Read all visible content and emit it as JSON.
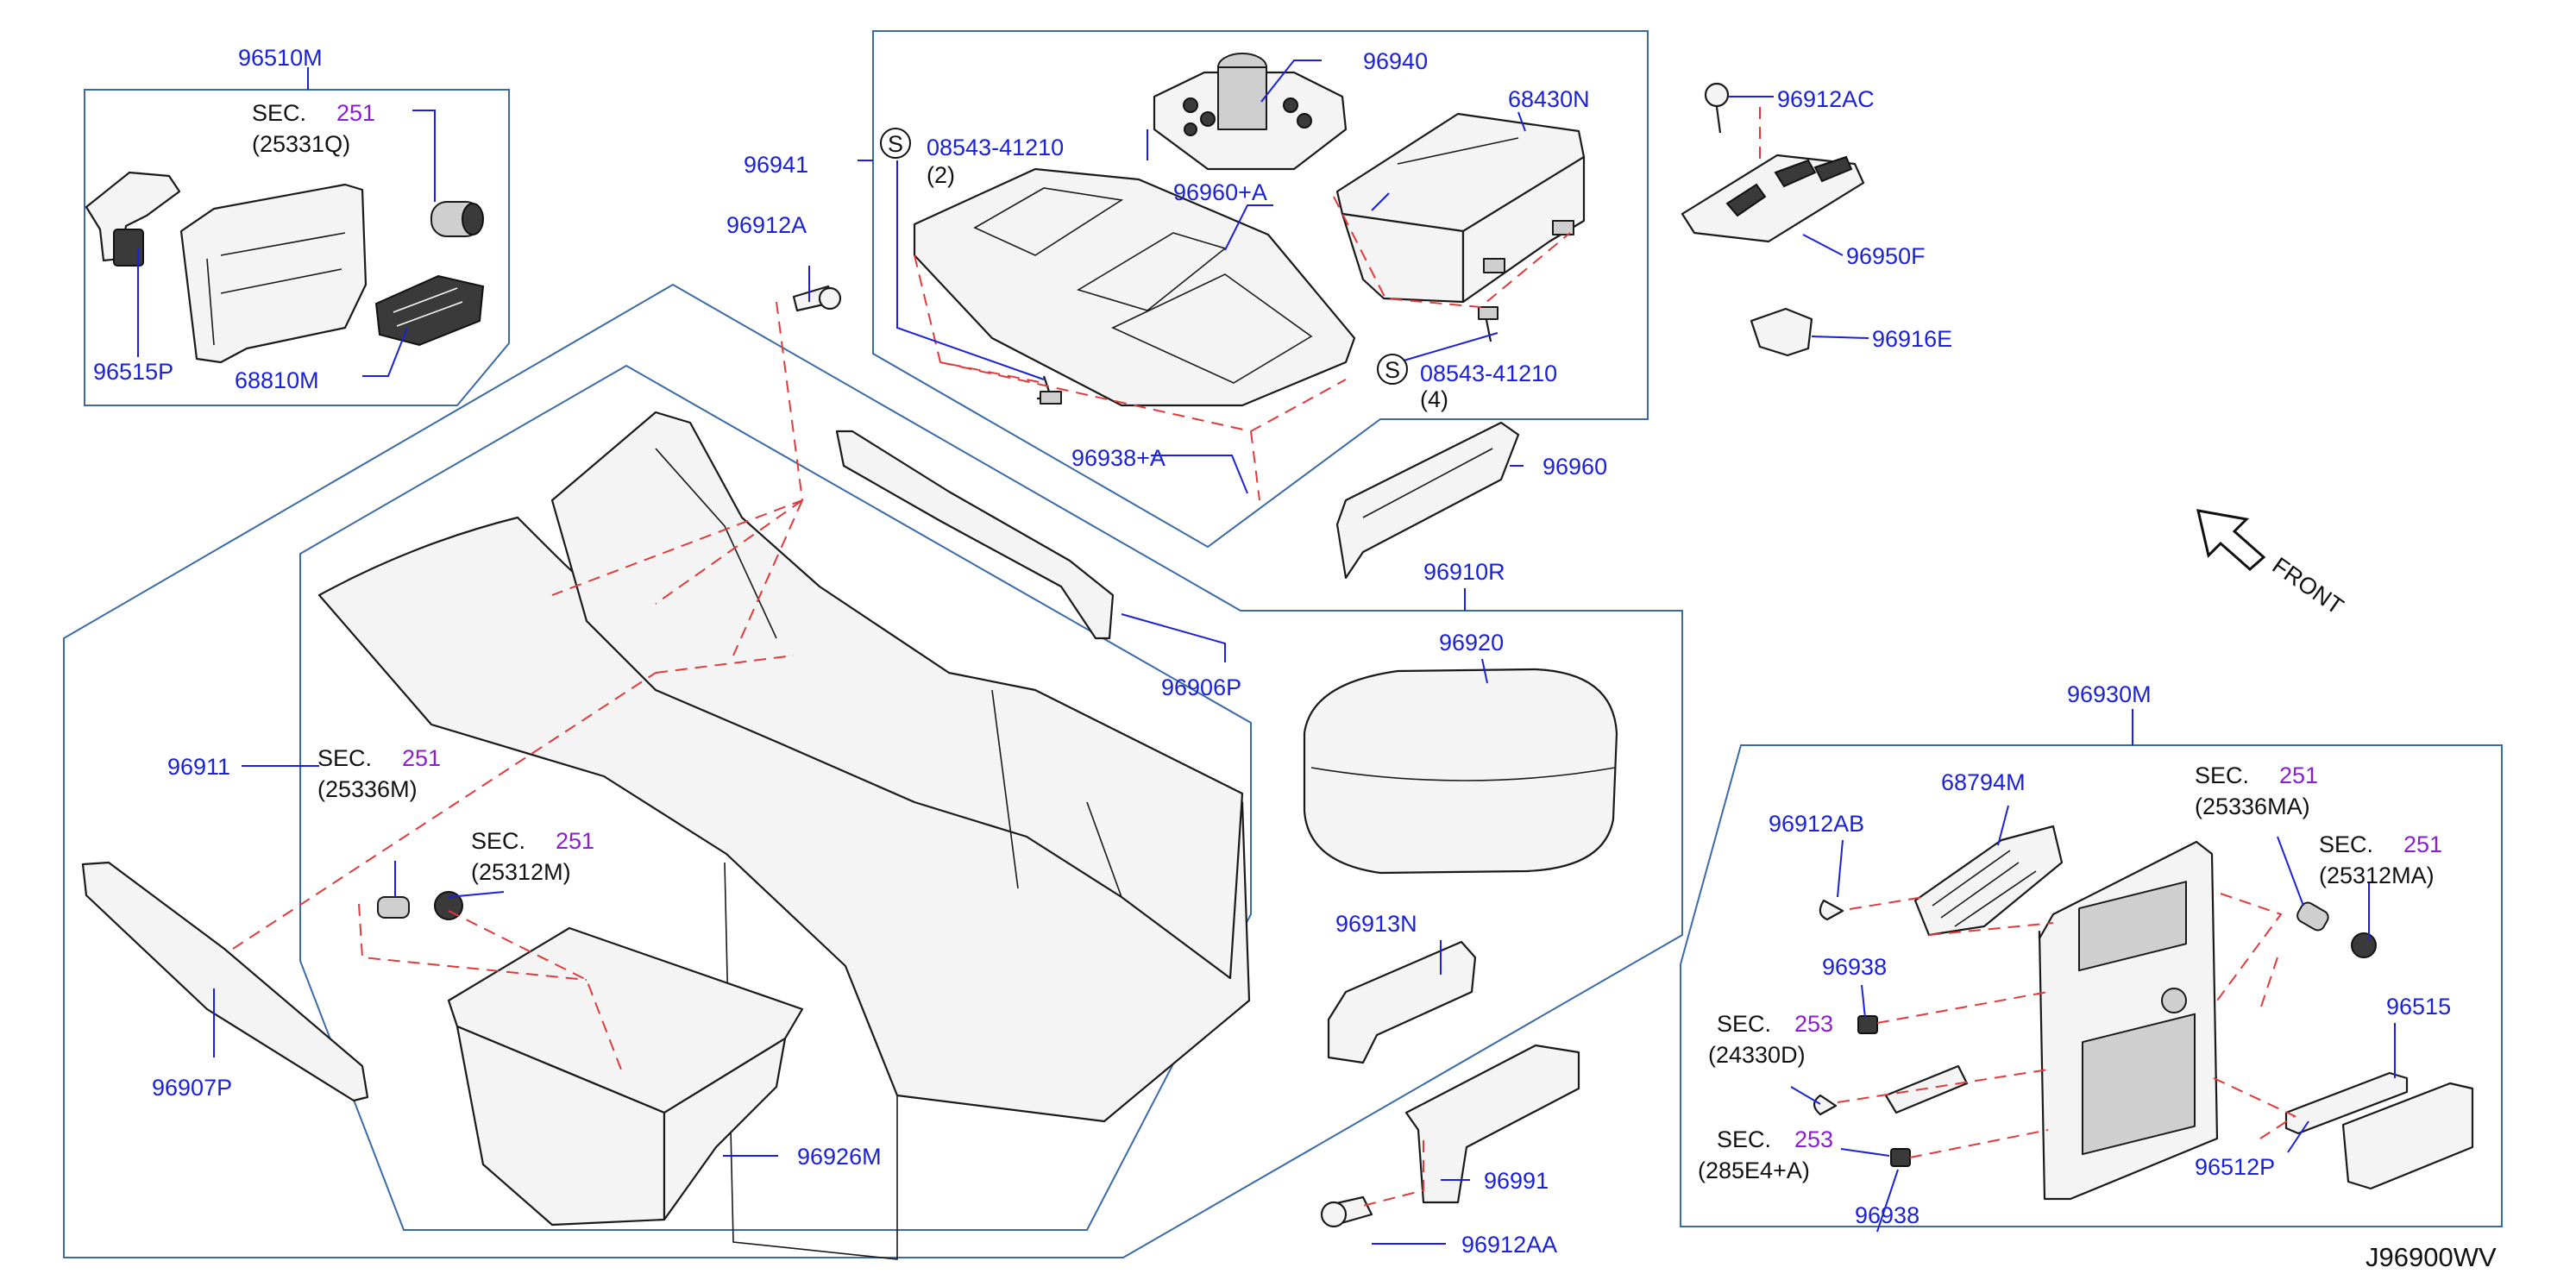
{
  "diagram_id": "J96900WV",
  "front_label": "FRONT",
  "labels": [
    {
      "id": "96510M",
      "text": "96510M",
      "color": "blue"
    },
    {
      "id": "96515P",
      "text": "96515P",
      "color": "blue"
    },
    {
      "id": "68810M",
      "text": "68810M",
      "color": "blue"
    },
    {
      "id": "96941",
      "text": "96941",
      "color": "blue"
    },
    {
      "id": "96912A",
      "text": "96912A",
      "color": "blue"
    },
    {
      "id": "96940",
      "text": "96940",
      "color": "blue"
    },
    {
      "id": "96960A",
      "text": "96960+A",
      "color": "blue"
    },
    {
      "id": "68430N",
      "text": "68430N",
      "color": "blue"
    },
    {
      "id": "08543a",
      "text": "08543-41210",
      "color": "blue"
    },
    {
      "id": "08543b",
      "text": "08543-41210",
      "color": "blue"
    },
    {
      "id": "96938A",
      "text": "96938+A",
      "color": "blue"
    },
    {
      "id": "96960",
      "text": "96960",
      "color": "blue"
    },
    {
      "id": "96912AC",
      "text": "96912AC",
      "color": "blue"
    },
    {
      "id": "96950F",
      "text": "96950F",
      "color": "blue"
    },
    {
      "id": "96916E",
      "text": "96916E",
      "color": "blue"
    },
    {
      "id": "96910R",
      "text": "96910R",
      "color": "blue"
    },
    {
      "id": "96920",
      "text": "96920",
      "color": "blue"
    },
    {
      "id": "96906P",
      "text": "96906P",
      "color": "blue"
    },
    {
      "id": "96911",
      "text": "96911",
      "color": "blue"
    },
    {
      "id": "96907P",
      "text": "96907P",
      "color": "blue"
    },
    {
      "id": "96926M",
      "text": "96926M",
      "color": "blue"
    },
    {
      "id": "96913N",
      "text": "96913N",
      "color": "blue"
    },
    {
      "id": "96991",
      "text": "96991",
      "color": "blue"
    },
    {
      "id": "96912AA",
      "text": "96912AA",
      "color": "blue"
    },
    {
      "id": "96930M",
      "text": "96930M",
      "color": "blue"
    },
    {
      "id": "96912AB",
      "text": "96912AB",
      "color": "blue"
    },
    {
      "id": "68794M",
      "text": "68794M",
      "color": "blue"
    },
    {
      "id": "96938a",
      "text": "96938",
      "color": "blue"
    },
    {
      "id": "96938b",
      "text": "96938",
      "color": "blue"
    },
    {
      "id": "96515",
      "text": "96515",
      "color": "blue"
    },
    {
      "id": "96512P",
      "text": "96512P",
      "color": "blue"
    }
  ],
  "quantities": {
    "q2": "(2)",
    "q4": "(4)"
  },
  "screw_symbol": "S",
  "sec_refs": [
    {
      "id": "sec1",
      "sec": "SEC.",
      "num": "251",
      "ref": "(25331Q)"
    },
    {
      "id": "sec2",
      "sec": "SEC.",
      "num": "251",
      "ref": "(25336M)"
    },
    {
      "id": "sec3",
      "sec": "SEC.",
      "num": "251",
      "ref": "(25312M)"
    },
    {
      "id": "sec4",
      "sec": "SEC.",
      "num": "251",
      "ref": "(25336MA)"
    },
    {
      "id": "sec5",
      "sec": "SEC.",
      "num": "251",
      "ref": "(25312MA)"
    },
    {
      "id": "sec6",
      "sec": "SEC.",
      "num": "253",
      "ref": "(24330D)"
    },
    {
      "id": "sec7",
      "sec": "SEC.",
      "num": "253",
      "ref": "(285E4+A)"
    }
  ],
  "colors": {
    "part_number": "#1a22d8",
    "section_number": "#8a1fd0",
    "frame": "#3a6aa8",
    "dashed_guide": "#e23a3a"
  }
}
